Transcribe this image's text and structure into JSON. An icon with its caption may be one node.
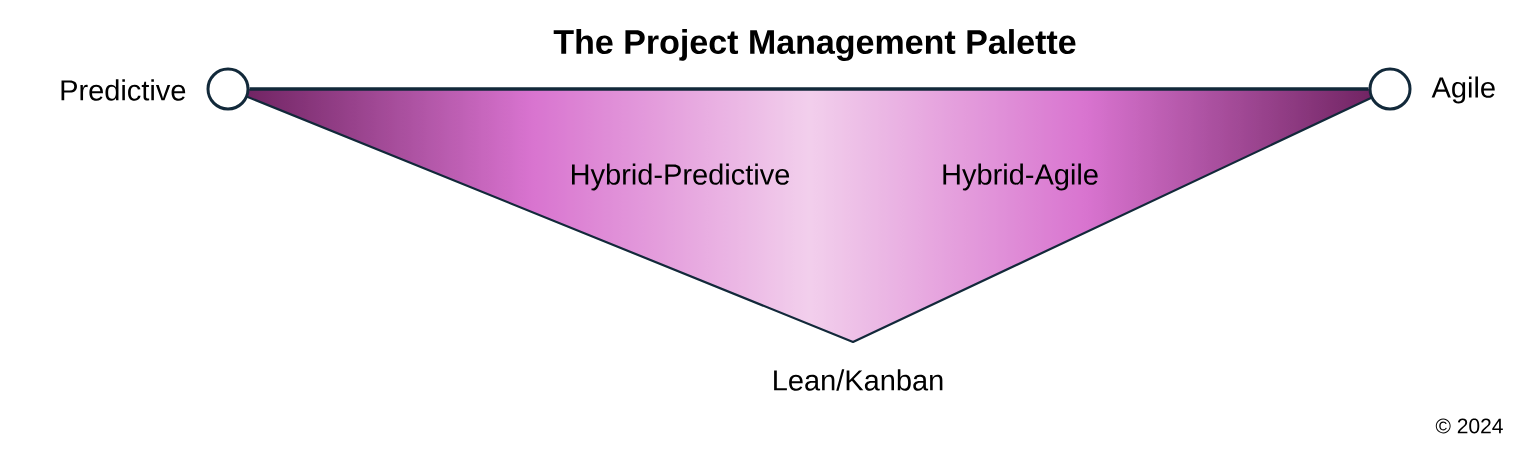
{
  "diagram": {
    "title": "The Project Management Palette",
    "nodes": [
      {
        "text": [],
        "shape": "circle",
        "beside": [
          "Predictive"
        ]
      },
      {
        "text": [],
        "shape": "circle",
        "beside": [
          "Agile"
        ]
      },
      {
        "text": [
          "Hybrid-Predictive",
          "Hybrid-Agile"
        ],
        "beside": [
          "Lean/Kanban"
        ]
      }
    ],
    "edges": [
      {
        "from": 0,
        "to": 1,
        "arrow": "none"
      }
    ],
    "labels": [
      "© 2024"
    ]
  }
}
